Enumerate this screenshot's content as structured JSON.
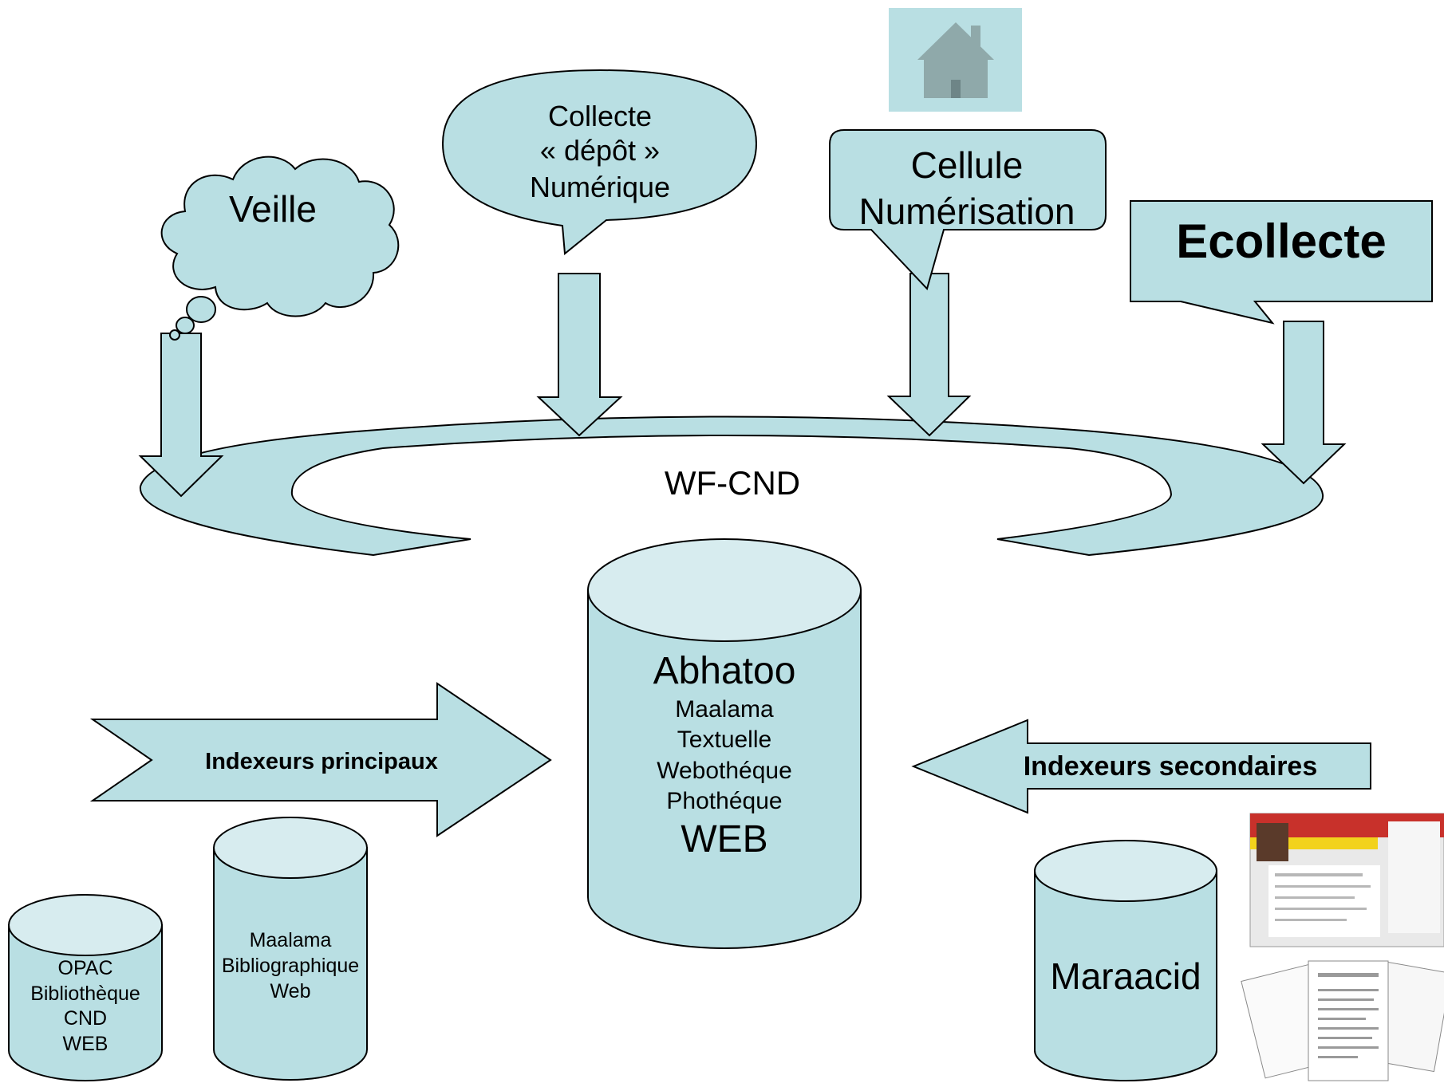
{
  "colors": {
    "shape_fill": "#b9dfe3",
    "cap_fill": "#d7ecef",
    "outline": "#000000",
    "house_bg": "#b9dfe3",
    "house": "#8fa9aa"
  },
  "sources": {
    "veille": "Veille",
    "collecte": [
      "Collecte",
      "« dépôt »",
      "Numérique"
    ],
    "cellule": [
      "Cellule",
      "Numérisation"
    ],
    "ecollecte": "Ecollecte"
  },
  "icons": {
    "home": "home-icon",
    "screenshots": "document-screenshots-image"
  },
  "workflow": {
    "label": "WF-CND"
  },
  "central_db": {
    "title": "Abhatoo",
    "items": [
      "Maalama",
      "Textuelle",
      "Webothéque",
      "Phothéque"
    ],
    "footer": "WEB"
  },
  "indexers": {
    "primary": "Indexeurs principaux",
    "secondary": "Indexeurs secondaires"
  },
  "databases": {
    "opac": [
      "OPAC",
      "Bibliothèque",
      "CND",
      "WEB"
    ],
    "maalama": [
      "Maalama",
      "Bibliographique",
      "Web"
    ],
    "maraacid": "Maraacid"
  }
}
